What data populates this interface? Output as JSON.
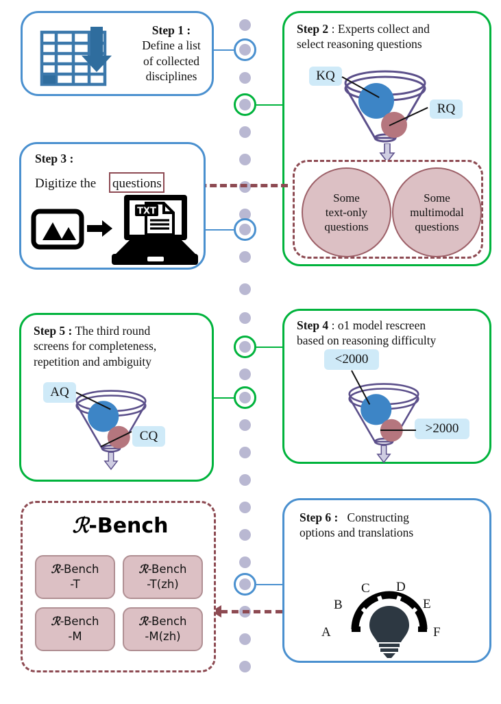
{
  "diagram": {
    "title": "R-Bench construction pipeline",
    "colors": {
      "blue_border": "#4a90cf",
      "green_border": "#00b33c",
      "rose_dashed": "#8d4a52",
      "timeline_dot": "#b9b8d2",
      "chip_bg": "#cfeaf8",
      "ball_blue": "#3d85c6",
      "ball_rose": "#b5767e",
      "funnel_outline": "#5b4f8a",
      "circle_fill": "#dcc0c4",
      "circle_border": "#9d6068"
    }
  },
  "steps": {
    "step1": {
      "label": "Step 1 :",
      "line1": "Define a list",
      "line2": "of collected",
      "line3": "disciplines",
      "icon": "spreadsheet-download-icon"
    },
    "step2": {
      "label": "Step 2",
      "sep": " : ",
      "line1": "Experts collect and",
      "line2": "select reasoning questions",
      "funnel": {
        "top_label": "KQ",
        "bottom_label": "RQ"
      },
      "outputs": [
        {
          "line1": "Some",
          "line2": "text-only",
          "line3": "questions"
        },
        {
          "line1": "Some",
          "line2": "multimodal",
          "line3": "questions"
        }
      ]
    },
    "step3": {
      "label": "Step 3 :",
      "sentence_before": "Digitize the ",
      "highlighted": "questions",
      "icon_left": "image-icon",
      "icon_arrow": "arrow-right-icon",
      "icon_right": "laptop-txt-document-icon",
      "txt_badge": "TXT"
    },
    "step4": {
      "label": "Step 4",
      "sep": " : ",
      "line1": "o1 model rescreen",
      "line2": "based on reasoning difficulty",
      "funnel": {
        "top_label": "<2000",
        "bottom_label": ">2000"
      }
    },
    "step5": {
      "label": "Step 5 :",
      "line1": "The third round",
      "line2": "screens for completeness,",
      "line3": "repetition and  ambiguity",
      "funnel": {
        "top_label": "AQ",
        "bottom_label": "CQ"
      }
    },
    "step6": {
      "label": "Step 6 :",
      "line1": "Constructing",
      "line2": "options and translations",
      "icon": "lightbulb-options-icon",
      "options": [
        "A",
        "B",
        "C",
        "D",
        "E",
        "F"
      ]
    }
  },
  "rbench": {
    "title_script": "ℛ",
    "title_rest": "-Bench",
    "cells": [
      {
        "l1_script": "ℛ",
        "l1_rest": "-Bench",
        "l2": "-T"
      },
      {
        "l1_script": "ℛ",
        "l1_rest": "-Bench",
        "l2": "-T(zh)"
      },
      {
        "l1_script": "ℛ",
        "l1_rest": "-Bench",
        "l2": "-M"
      },
      {
        "l1_script": "ℛ",
        "l1_rest": "-Bench",
        "l2": "-M(zh)"
      }
    ]
  }
}
